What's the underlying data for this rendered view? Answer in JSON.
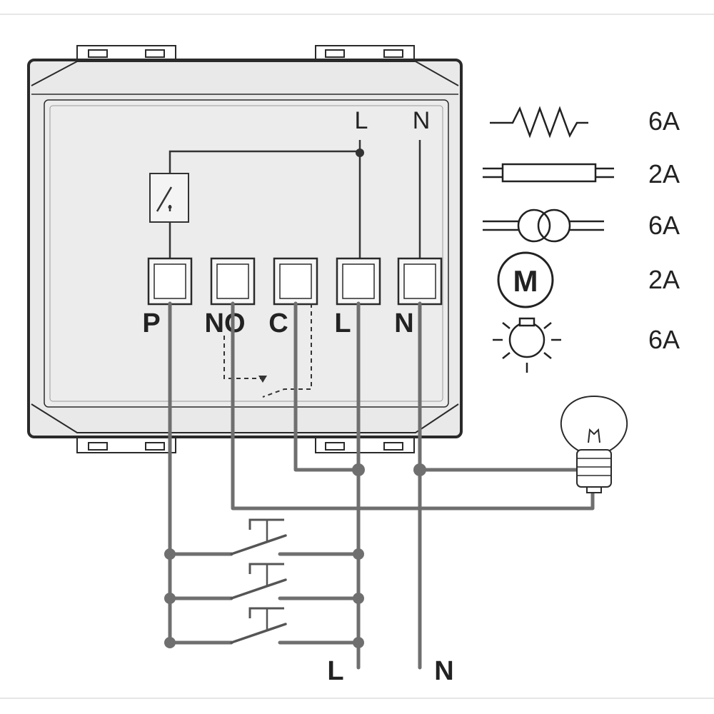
{
  "terminals": [
    {
      "id": "P",
      "label": "P"
    },
    {
      "id": "NO",
      "label": "NO"
    },
    {
      "id": "C",
      "label": "C"
    },
    {
      "id": "L",
      "label": "L"
    },
    {
      "id": "N",
      "label": "N"
    }
  ],
  "top_labels": {
    "line": "L",
    "neutral": "N"
  },
  "bottom_labels": {
    "line": "L",
    "neutral": "N"
  },
  "load_ratings": [
    {
      "icon": "resistive-load-icon",
      "rating": "6A"
    },
    {
      "icon": "fluorescent-tube-icon",
      "rating": "2A"
    },
    {
      "icon": "transformer-icon",
      "rating": "6A"
    },
    {
      "icon": "motor-icon",
      "rating": "2A",
      "symbol_text": "M"
    },
    {
      "icon": "lamp-icon",
      "rating": "6A"
    }
  ],
  "pushbuttons": {
    "count": 3
  },
  "colors": {
    "wire": "#6f6f6f",
    "device_fill": "#e9e9e9",
    "device_border": "#2a2a2a",
    "background": "#ffffff"
  }
}
